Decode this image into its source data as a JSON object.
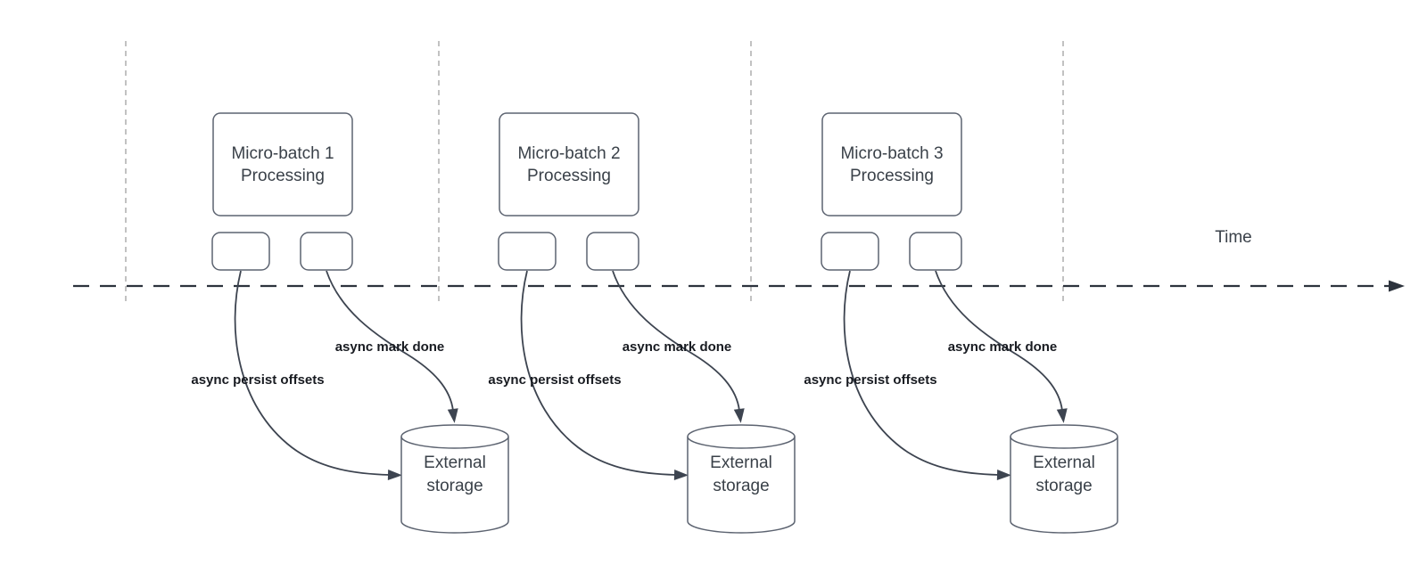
{
  "time_axis": {
    "label": "Time"
  },
  "groups": [
    {
      "title_line1": "Micro-batch 1",
      "title_line2": "Processing",
      "persist_label": "async persist offsets",
      "mark_label": "async mark done",
      "storage_line1": "External",
      "storage_line2": "storage"
    },
    {
      "title_line1": "Micro-batch 2",
      "title_line2": "Processing",
      "persist_label": "async persist offsets",
      "mark_label": "async mark done",
      "storage_line1": "External",
      "storage_line2": "storage"
    },
    {
      "title_line1": "Micro-batch 3",
      "title_line2": "Processing",
      "persist_label": "async persist offsets",
      "mark_label": "async mark done",
      "storage_line1": "External",
      "storage_line2": "storage"
    }
  ],
  "colors": {
    "background": "#ffffff",
    "shape_stroke": "#5c6370",
    "connector_stroke": "#3d4450",
    "timeline_stroke": "#2d333d",
    "gridline_stroke": "#aeaeae",
    "title_text": "#3a4149",
    "label_text": "#181b21"
  }
}
